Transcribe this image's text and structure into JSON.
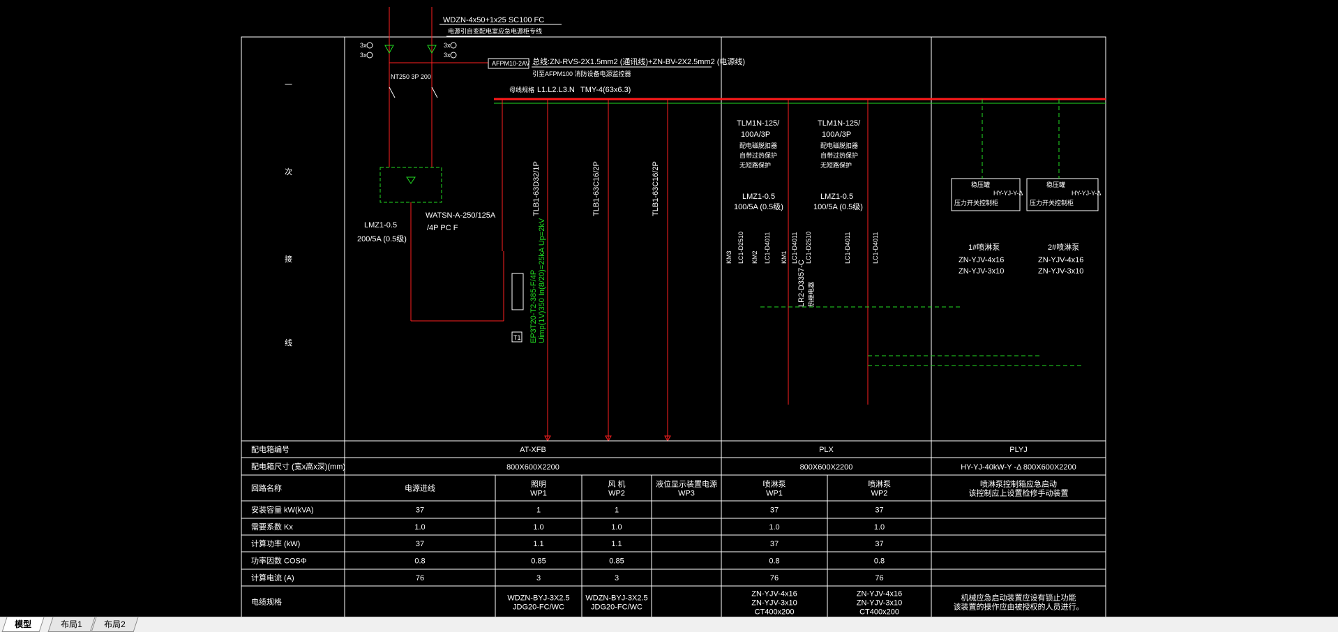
{
  "colors": {
    "background": "#000000",
    "line_white": "#ffffff",
    "line_red": "#ff2020",
    "line_green": "#22dd22",
    "bus_red": "#ff1a1a"
  },
  "tabs": [
    {
      "label": "模型",
      "active": true
    },
    {
      "label": "布局1",
      "active": false
    },
    {
      "label": "布局2",
      "active": false
    }
  ],
  "side_labels": [
    "一",
    "次",
    "接",
    "线"
  ],
  "top": {
    "cable": "WDZN-4x50+1x25 SC100 FC",
    "cable_note": "电源引自变配电室应急电源柜专线",
    "ct_left": "3x",
    "ct_left2": "3x",
    "ct_right": "3x",
    "ct_right2": "3x",
    "afpm_box": "AFPM10-2AV",
    "afpm_line1": "总线:ZN-RVS-2X1.5mm2 (通讯线)+ZN-BV-2X2.5mm2 (电源线)",
    "afpm_line2": "引至AFPM100 消防设备电源监控器",
    "breaker_main": "NT250 3P 200",
    "bus_label": "L1.L2.L3.N",
    "bus_prefix": "母线规格",
    "bus_spec": "TMY-4(63x6.3)"
  },
  "left_panel": {
    "ats": "WATSN-A-250/125A",
    "ats2": "/4P PC F",
    "ct": "LMZ1-0.5",
    "ct2": "200/5A (0.5级)",
    "b1": "TLB1-63D32/1P",
    "b2": "TLB1-63C16/2P",
    "b3": "TLB1-63C16/2P",
    "spd": "EP3T20-T2-385-F/4P",
    "spd2": "Uimp(1V)350  In(8/20)=25kA  Up=2kV",
    "spd_box": "T1"
  },
  "mid_panel": {
    "brk1": "TLM1N-125/",
    "brk1b": "100A/3P",
    "brk1c": "配电磁脱扣器",
    "brk1d": "自带过热保护",
    "brk1e": "无短路保护",
    "brk2": "TLM1N-125/",
    "brk2b": "100A/3P",
    "brk2c": "配电磁脱扣器",
    "brk2d": "自带过热保护",
    "brk2e": "无短路保护",
    "ct1": "LMZ1-0.5",
    "ct1b": "100/5A (0.5级)",
    "ct2": "LMZ1-0.5",
    "ct2b": "100/5A (0.5级)",
    "km3": "KM3",
    "km2": "KM2",
    "km1": "KM1",
    "lc1": "LC1-D2510",
    "lc2": "LC1-D4011",
    "lc3": "LC1-D4011",
    "lr": "LR2-D3357-C",
    "lr2": "热继电器",
    "lc_b1": "LC1-D2510",
    "lc_b2": "LC1-D4011",
    "lc_b3": "LC1-D4011"
  },
  "right_panel": {
    "box1a": "稳压罐",
    "box1b": "HY-YJ-Y-Δ",
    "box1c": "压力开关控制柜",
    "box2a": "稳压罐",
    "box2b": "HY-YJ-Y-Δ",
    "box2c": "压力开关控制柜",
    "p1": "1#喷淋泵",
    "p1a": "ZN-YJV-4x16",
    "p1b": "ZN-YJV-3x10",
    "p2": "2#喷淋泵",
    "p2a": "ZN-YJV-4x16",
    "p2b": "ZN-YJV-3x10"
  },
  "table": {
    "row_labels": [
      "配电箱编号",
      "配电箱尺寸  (宽x高x深)(mm)",
      "回路名称",
      "安装容量 kW(kVA)",
      "需要系数 Kx",
      "计算功率 (kW)",
      "功率因数 COSΦ",
      "计算电流 (A)",
      "电缆规格"
    ],
    "panel_ids": [
      "AT-XFB",
      "PLX",
      "PLYJ"
    ],
    "panel_sizes": [
      "800X600X2200",
      "800X600X2200",
      "HY-YJ-40kW-Y -Δ    800X600X2200"
    ],
    "circuit_names": [
      "电源进线",
      "照明\nWP1",
      "风 机\nWP2",
      "液位显示装置电源\nWP3",
      "喷淋泵\nWP1",
      "喷淋泵\nWP2",
      "喷淋泵控制箱应急启动\n该控制应上设置检修手动装置"
    ],
    "capacity": [
      "37",
      "1",
      "1",
      "",
      "37",
      "37",
      ""
    ],
    "kx": [
      "1.0",
      "1.0",
      "1.0",
      "",
      "1.0",
      "1.0",
      ""
    ],
    "power": [
      "37",
      "1.1",
      "1.1",
      "",
      "37",
      "37",
      ""
    ],
    "cos": [
      "0.8",
      "0.85",
      "0.85",
      "",
      "0.8",
      "0.8",
      ""
    ],
    "current": [
      "76",
      "3",
      "3",
      "",
      "76",
      "76",
      ""
    ],
    "cable": [
      "",
      "WDZN-BYJ-3X2.5\nJDG20-FC/WC",
      "WDZN-BYJ-3X2.5\nJDG20-FC/WC",
      "",
      "ZN-YJV-4x16\nZN-YJV-3x10\nCT400x200",
      "ZN-YJV-4x16\nZN-YJV-3x10\nCT400x200",
      "机械应急启动装置应设有锁止功能\n该装置的操作应由被授权的人员进行。"
    ]
  }
}
